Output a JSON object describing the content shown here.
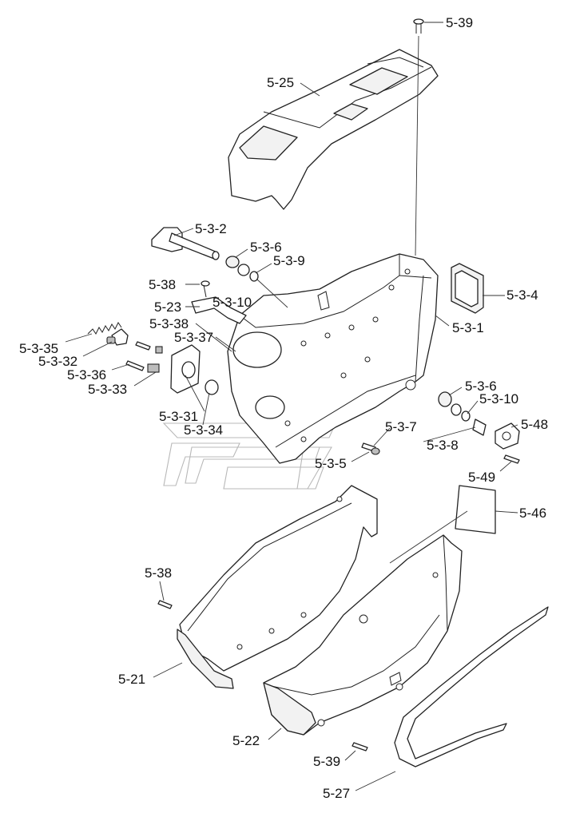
{
  "labels": {
    "top_5_39": "5-39",
    "p5_25": "5-25",
    "p5_3_2": "5-3-2",
    "top_5_3_6": "5-3-6",
    "top_5_3_9": "5-3-9",
    "p5_3_4": "5-3-4",
    "top_5_38": "5-38",
    "top_5_3_10": "5-3-10",
    "p5_23": "5-23",
    "p5_3_1": "5-3-1",
    "p5_3_38": "5-3-38",
    "p5_3_37": "5-3-37",
    "p5_3_35": "5-3-35",
    "p5_3_32": "5-3-32",
    "p5_3_36": "5-3-36",
    "p5_3_33": "5-3-33",
    "right_5_3_6": "5-3-6",
    "right_5_3_10": "5-3-10",
    "p5_48": "5-48",
    "p5_3_31": "5-3-31",
    "p5_3_34": "5-3-34",
    "p5_3_7": "5-3-7",
    "p5_3_8": "5-3-8",
    "p5_3_5": "5-3-5",
    "p5_49": "5-49",
    "p5_46": "5-46",
    "bottom_5_38": "5-38",
    "p5_21": "5-21",
    "p5_22": "5-22",
    "bottom_5_39": "5-39",
    "p5_27": "5-27"
  }
}
